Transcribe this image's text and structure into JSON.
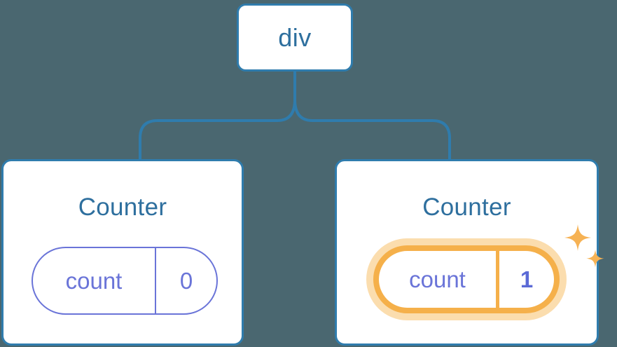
{
  "diagram": {
    "type": "component-tree",
    "background_color": "#4a6770",
    "connector_color": "#2f7cad",
    "card_border_color": "#2f7cad",
    "card_fill_color": "#ffffff",
    "title_color": "#2e6f9e",
    "state_color": "#6a74d8",
    "highlight_color": "#f5b04a",
    "highlight_glow_color": "#fbddae"
  },
  "root": {
    "label": "div"
  },
  "children": [
    {
      "title": "Counter",
      "state": {
        "key": "count",
        "value": "0"
      },
      "highlighted": false,
      "sparkles": false
    },
    {
      "title": "Counter",
      "state": {
        "key": "count",
        "value": "1"
      },
      "highlighted": true,
      "sparkles": true
    }
  ],
  "icons": {
    "sparkle_large": "sparkle-icon",
    "sparkle_small": "sparkle-icon"
  }
}
